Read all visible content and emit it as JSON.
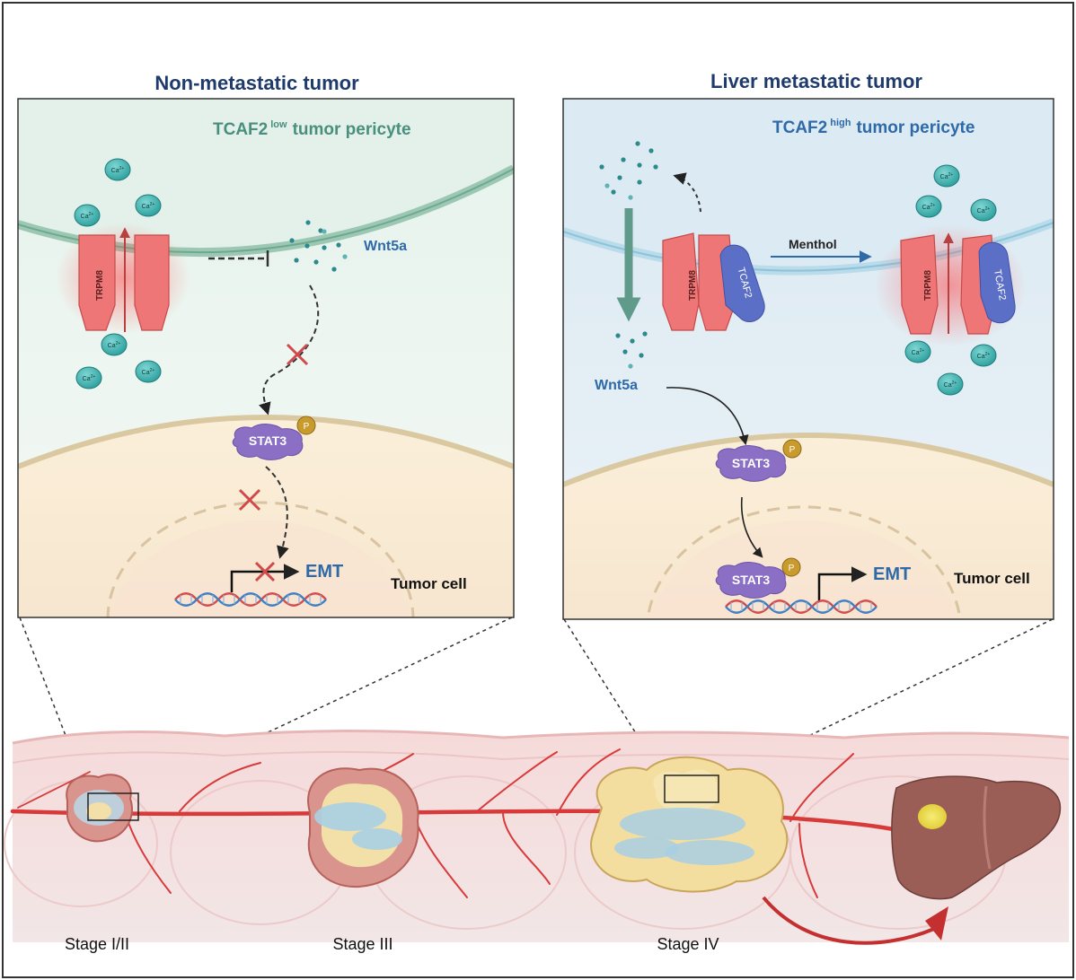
{
  "left_panel": {
    "title": "Non-metastatic tumor",
    "cell_label": "TCAF2",
    "cell_label_sup": "low",
    "cell_label_rest": "tumor pericyte",
    "channel_label": "TRPM8",
    "ion_label": "Ca",
    "ion_charge": "2+",
    "ligand_label": "Wnt5a",
    "transcription_factor": "STAT3",
    "phospho": "P",
    "target_gene": "EMT",
    "tumor_cell_label": "Tumor cell"
  },
  "right_panel": {
    "title": "Liver metastatic tumor",
    "cell_label": "TCAF2",
    "cell_label_sup": "high",
    "cell_label_rest": "tumor pericyte",
    "channel_label": "TRPM8",
    "partner_label": "TCAF2",
    "ion_label": "Ca",
    "ion_charge": "2+",
    "ligand_label": "Wnt5a",
    "drug_label": "Menthol",
    "transcription_factor": "STAT3",
    "phospho": "P",
    "target_gene": "EMT",
    "tumor_cell_label": "Tumor cell"
  },
  "stages": [
    "Stage I/II",
    "Stage III",
    "Stage IV"
  ],
  "colors": {
    "title_navy": "#1f3b6b",
    "left_label_teal": "#4a8f7e",
    "right_label_blue": "#2f6aa8",
    "trpm8_red": "#ef6f6f",
    "tcaf2_blue": "#5b6fc7",
    "stat3_purple": "#8a6fc4",
    "ion_teal": "#3fb0b0",
    "membrane_green": "#8fbea8",
    "tumor_membrane": "#d8c79a",
    "inhibit_red": "#d04a4a",
    "vessel_red": "#d83a3a",
    "liver_brown": "#9b5e57"
  }
}
